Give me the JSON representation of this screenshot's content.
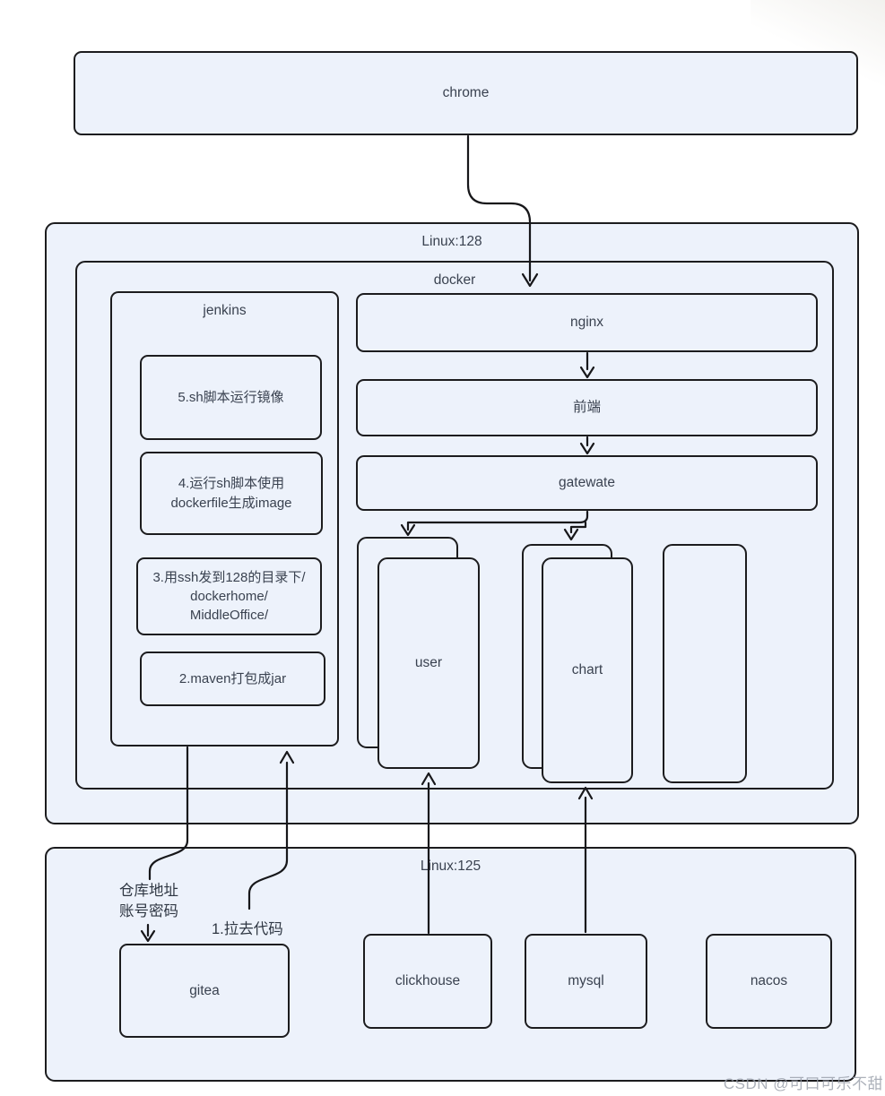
{
  "diagram": {
    "chrome": "chrome",
    "linux128": "Linux:128",
    "docker": "docker",
    "jenkins": "jenkins",
    "step5": "5.sh脚本运行镜像",
    "step4_lines": [
      "4.运行sh脚本使用",
      "dockerfile生成image"
    ],
    "step3_lines": [
      "3.用ssh发到128的目录下/",
      "dockerhome/",
      "MiddleOffice/"
    ],
    "step2": "2.maven打包成jar",
    "nginx": "nginx",
    "frontend": "前端",
    "gateway": "gatewate",
    "user": "user",
    "chart": "chart",
    "linux125": "Linux:125",
    "gitea": "gitea",
    "clickhouse": "clickhouse",
    "mysql": "mysql",
    "nacos": "nacos"
  },
  "annotations": {
    "repo_line1": "仓库地址",
    "repo_line2": "账号密码",
    "pull_code": "1.拉去代码",
    "watermark": "CSDN @可口可乐不甜"
  },
  "colors": {
    "node_fill": "#edf2fb",
    "node_stroke": "#1c1c1e",
    "connector": "#17171a",
    "text": "#3a4250",
    "watermark_text": "#989ea9",
    "page_background": "#ffffff"
  }
}
